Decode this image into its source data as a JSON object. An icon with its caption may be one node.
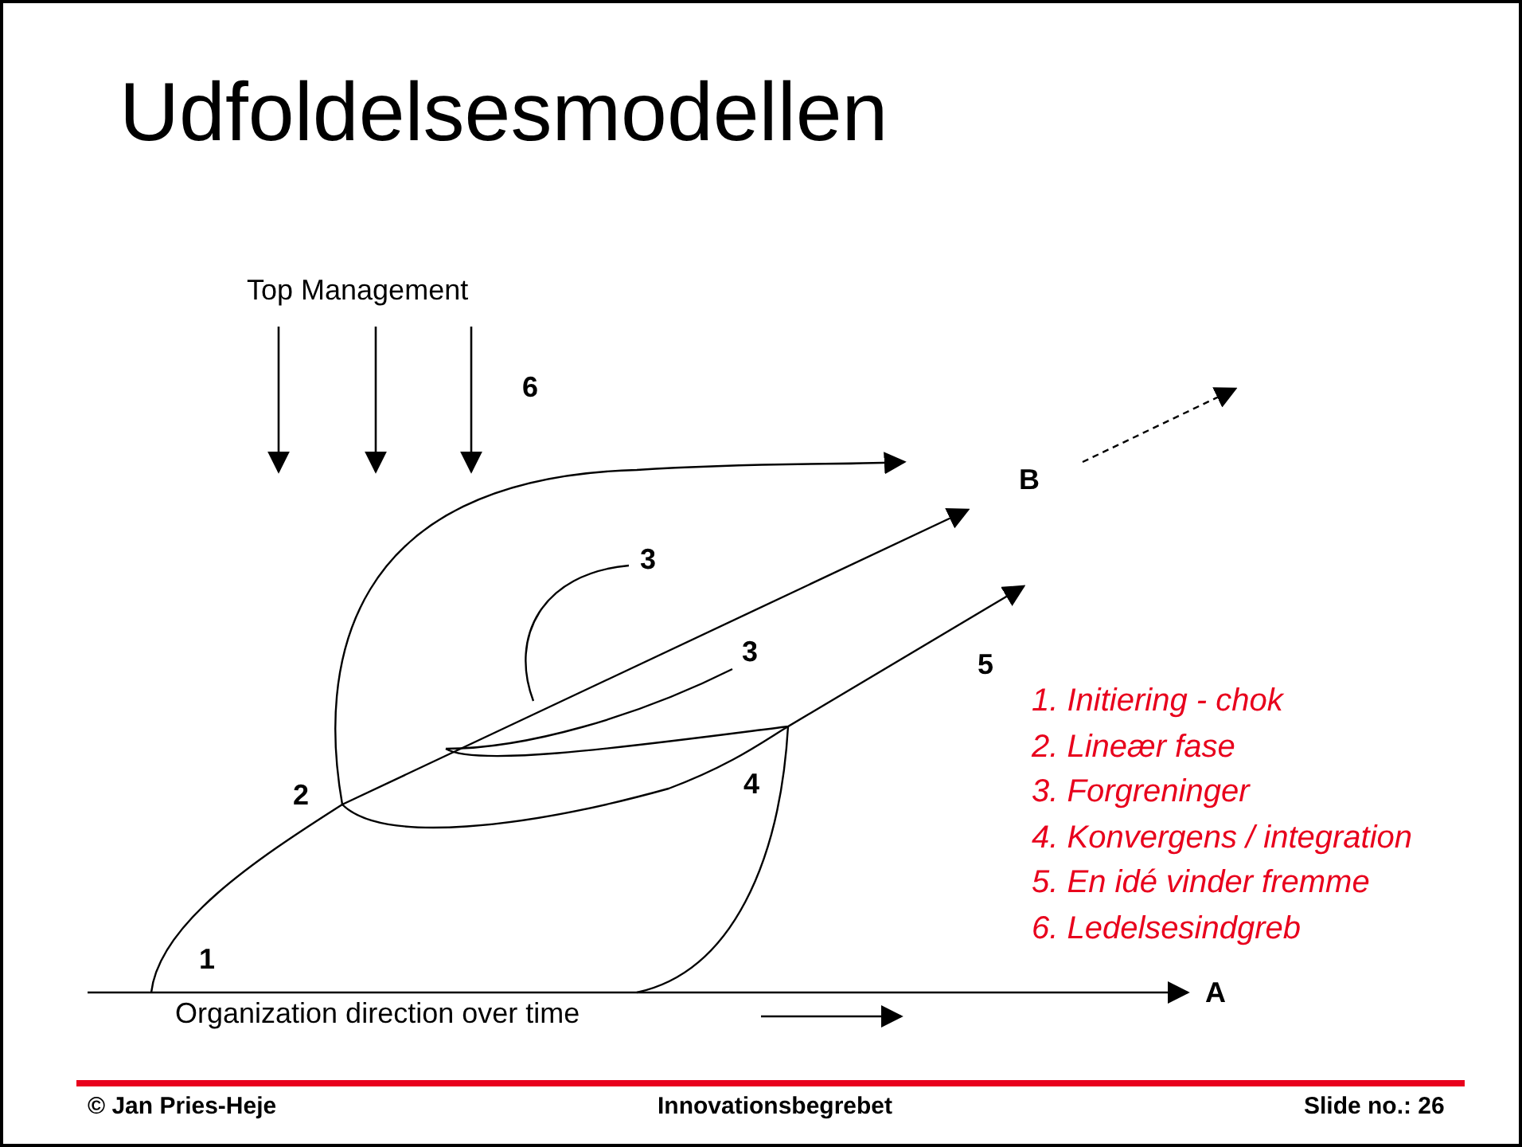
{
  "diagram": {
    "title": "Udfoldelsesmodellen",
    "labels": [
      "Top Management",
      "6",
      "B",
      "3",
      "3",
      "5",
      "2",
      "4",
      "1",
      "Organization direction over time",
      "A",
      "1. Initiering - chok",
      "2. Lineær fase",
      "3. Forgreninger",
      "4. Konvergens / integration",
      "5. En idé vinder fremme",
      "6. Ledelsesindgreb",
      "© Jan Pries-Heje",
      "Innovationsbegrebet",
      "Slide no.: 26"
    ]
  }
}
